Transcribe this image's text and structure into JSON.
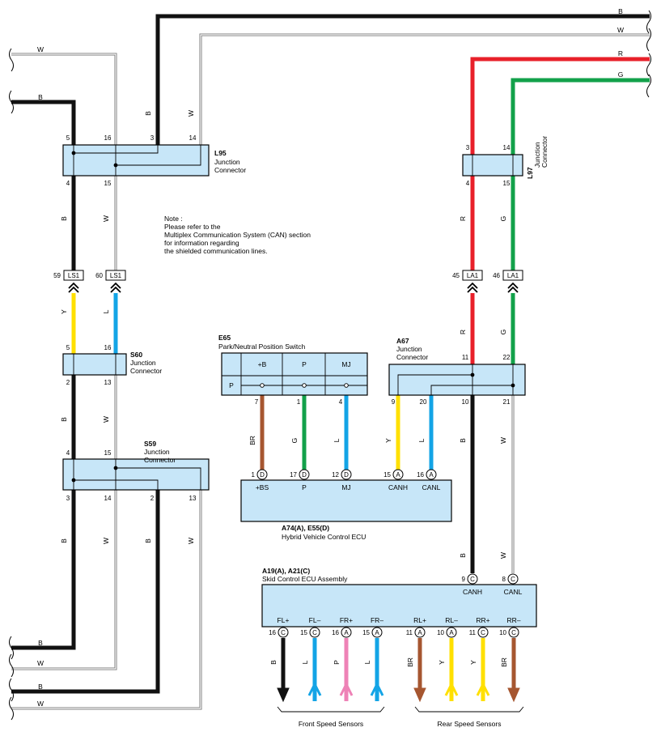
{
  "colors": {
    "B": "#111111",
    "W": "#ffffff",
    "R": "#e8202a",
    "G": "#12a14a",
    "Y": "#ffe000",
    "L": "#13a4e6",
    "BR": "#a65630",
    "P": "#ee82b6",
    "connector_fill": "#c7e6f8"
  },
  "wire_tags": {
    "top_b": "B",
    "top_w": "W",
    "top_r": "R",
    "top_g": "G",
    "left_w": "W",
    "left_b": "B",
    "l95_b": "B",
    "l95_w": "W",
    "b_l95_s60": "B",
    "w_l95_s60": "W",
    "y_ls1_s60": "Y",
    "l_ls1_s60": "L",
    "b_s60_s59": "B",
    "w_s60_s59": "W",
    "s59_b3": "B",
    "s59_w14": "W",
    "s59_b2": "B",
    "s59_w13": "W",
    "bot_b1": "B",
    "bot_w1": "W",
    "bot_b2": "B",
    "bot_w2": "W",
    "l97_r": "R",
    "l97_g": "G",
    "la1_r": "R",
    "la1_g": "G",
    "e65_br": "BR",
    "e65_g": "G",
    "e65_l": "L",
    "a67_y": "Y",
    "a67_l": "L",
    "a67_b": "B",
    "a67_w": "W",
    "skid_b": "B",
    "skid_w": "W",
    "s_fl_plus": "B",
    "s_fl_minus": "L",
    "s_fr_plus": "P",
    "s_fr_minus": "L",
    "s_rl_plus": "BR",
    "s_rl_minus": "Y",
    "s_rr_plus": "Y",
    "s_rr_minus": "BR"
  },
  "connectors": {
    "l95": {
      "id": "L95",
      "desc1": "Junction",
      "desc2": "Connector",
      "pins": {
        "p5": "5",
        "p16": "16",
        "p3": "3",
        "p14": "14",
        "p4": "4",
        "p15": "15"
      }
    },
    "l97": {
      "id": "L97",
      "desc1": "Junction",
      "desc2": "Connector",
      "pins": {
        "p3": "3",
        "p14": "14",
        "p4": "4",
        "p15": "15"
      }
    },
    "ls1": {
      "label": "LS1",
      "pin_a": "59",
      "pin_b": "60"
    },
    "la1": {
      "label": "LA1",
      "pin_a": "45",
      "pin_b": "46"
    },
    "s60": {
      "id": "S60",
      "desc1": "Junction",
      "desc2": "Connector",
      "pins": {
        "p5": "5",
        "p16": "16",
        "p2": "2",
        "p13": "13"
      }
    },
    "s59": {
      "id": "S59",
      "desc1": "Junction",
      "desc2": "Connector",
      "pins": {
        "p4": "4",
        "p15": "15",
        "p3": "3",
        "p14": "14",
        "p2": "2",
        "p13": "13"
      }
    },
    "e65": {
      "id": "E65",
      "desc": "Park/Neutral Position Switch",
      "col_b": "+B",
      "col_p": "P",
      "col_mj": "MJ",
      "row_p": "P",
      "pins": {
        "p7": "7",
        "p1": "1",
        "p4": "4"
      }
    },
    "a67": {
      "id": "A67",
      "desc1": "Junction",
      "desc2": "Connector",
      "pins": {
        "p11": "11",
        "p22": "22",
        "p9": "9",
        "p20": "20",
        "p10": "10",
        "p21": "21"
      }
    },
    "hv_ecu": {
      "id": "A74(A), E55(D)",
      "desc": "Hybrid Vehicle Control ECU",
      "pins": [
        {
          "num": "1",
          "sub": "D",
          "label": "+BS"
        },
        {
          "num": "17",
          "sub": "D",
          "label": "P"
        },
        {
          "num": "12",
          "sub": "D",
          "label": "MJ"
        },
        {
          "num": "15",
          "sub": "A",
          "label": "CANH"
        },
        {
          "num": "16",
          "sub": "A",
          "label": "CANL"
        }
      ]
    },
    "skid_ecu": {
      "id": "A19(A), A21(C)",
      "desc": "Skid Control ECU Assembly",
      "top_pins": [
        {
          "num": "9",
          "sub": "C",
          "label": "CANH"
        },
        {
          "num": "8",
          "sub": "C",
          "label": "CANL"
        }
      ],
      "bottom_pins": [
        {
          "num": "16",
          "sub": "C",
          "label": "FL+"
        },
        {
          "num": "15",
          "sub": "C",
          "label": "FL–"
        },
        {
          "num": "16",
          "sub": "A",
          "label": "FR+"
        },
        {
          "num": "15",
          "sub": "A",
          "label": "FR–"
        },
        {
          "num": "11",
          "sub": "A",
          "label": "RL+"
        },
        {
          "num": "10",
          "sub": "A",
          "label": "RL–"
        },
        {
          "num": "11",
          "sub": "C",
          "label": "RR+"
        },
        {
          "num": "10",
          "sub": "C",
          "label": "RR–"
        }
      ]
    }
  },
  "note": {
    "line1": "Note :",
    "line2": "Please refer to the",
    "line3": "Multiplex Communication System (CAN) section",
    "line4": "for information regarding",
    "line5": "the shielded communication lines."
  },
  "sensor_groups": {
    "front": "Front Speed Sensors",
    "rear": "Rear Speed Sensors"
  }
}
